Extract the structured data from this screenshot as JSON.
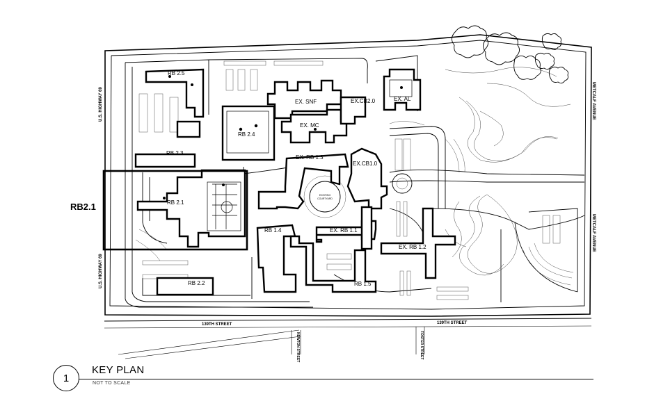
{
  "key_plan": {
    "number": "1",
    "title": "KEY PLAN",
    "scale_note": "NOT TO SCALE"
  },
  "highlight": {
    "label": "RB2.1"
  },
  "streets": {
    "west": "U.S. HIGHWAY 69",
    "east": "METCALF AVENUE",
    "south": "139TH STREET",
    "newton": "NEWTON STREET",
    "foster": "FOSTER STREET"
  },
  "buildings": [
    {
      "id": "rb25",
      "label": "RB 2.5"
    },
    {
      "id": "rb24",
      "label": "RB 2.4"
    },
    {
      "id": "rb23",
      "label": "RB 2.3"
    },
    {
      "id": "rb21",
      "label": "RB 2.1"
    },
    {
      "id": "rb22",
      "label": "RB 2.2"
    },
    {
      "id": "rb14",
      "label": "RB 1.4"
    },
    {
      "id": "rb15",
      "label": "RB 1.5"
    },
    {
      "id": "exsnf",
      "label": "EX. SNF"
    },
    {
      "id": "exmc",
      "label": "EX. MC"
    },
    {
      "id": "excb20",
      "label": "EX.CB2.0"
    },
    {
      "id": "exal",
      "label": "EX. AL"
    },
    {
      "id": "exrb13",
      "label": "EX. RB 1.3"
    },
    {
      "id": "excb10",
      "label": "EX.CB1.0"
    },
    {
      "id": "exrb11",
      "label": "EX. RB 1.1"
    },
    {
      "id": "exrb12",
      "label": "EX. RB 1.2"
    }
  ],
  "courtyard": {
    "line1": "EXISTING",
    "line2": "COURTYARD"
  }
}
